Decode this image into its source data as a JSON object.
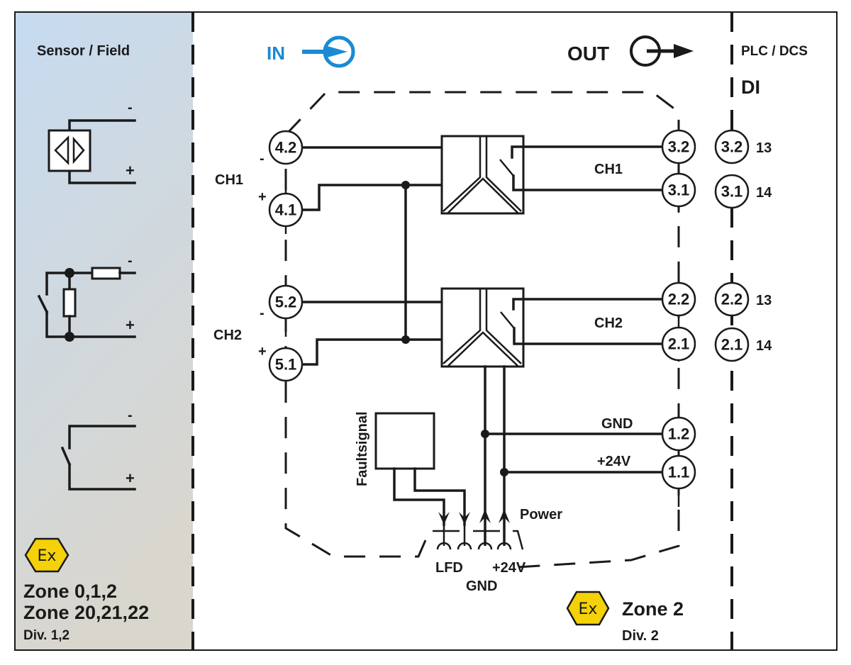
{
  "zones": {
    "field": {
      "title": "Sensor / Field",
      "zone_lines": [
        "Zone 0,1,2",
        "Zone 20,21,22"
      ],
      "division": "Div. 1,2",
      "ex_symbol": "Ex",
      "background_top": "#c6dbf0",
      "background_bottom": "#d8d5cc"
    },
    "device": {
      "in_label": "IN",
      "out_label": "OUT",
      "zone": "Zone 2",
      "division": "Div. 2",
      "ex_symbol": "Ex",
      "in_color": "#1a8ad4"
    },
    "plc": {
      "title": "PLC / DCS",
      "subtitle": "DI"
    }
  },
  "sensors": {
    "sensor1": {
      "minus": "-",
      "plus": "+",
      "type": "proximity-sensor"
    },
    "sensor2": {
      "minus": "-",
      "plus": "+",
      "type": "switch-with-resistors"
    },
    "sensor3": {
      "minus": "-",
      "plus": "+",
      "type": "dry-contact-switch"
    }
  },
  "channels": {
    "ch1": {
      "label_in": "CH1",
      "label_out": "CH1",
      "minus": "-",
      "plus": "+",
      "in_terminals": [
        "4.2",
        "4.1"
      ],
      "out_terminals": [
        "3.2",
        "3.1"
      ],
      "plc_terminals": [
        "3.2",
        "3.1"
      ],
      "plc_pins": [
        "13",
        "14"
      ]
    },
    "ch2": {
      "label_in": "CH2",
      "label_out": "CH2",
      "minus": "-",
      "plus": "+",
      "in_terminals": [
        "5.2",
        "5.1"
      ],
      "out_terminals": [
        "2.2",
        "2.1"
      ],
      "plc_terminals": [
        "2.2",
        "2.1"
      ],
      "plc_pins": [
        "13",
        "14"
      ]
    }
  },
  "power": {
    "gnd_label": "GND",
    "v24_label": "+24V",
    "terminals": [
      "1.2",
      "1.1"
    ],
    "faultsignal_label": "Faultsignal",
    "power_label": "Power",
    "bus_labels": {
      "lfd": "LFD",
      "gnd": "GND",
      "v24": "+24V"
    }
  },
  "colors": {
    "ex_yellow": "#f5d10a",
    "line": "#1a1a1a"
  }
}
